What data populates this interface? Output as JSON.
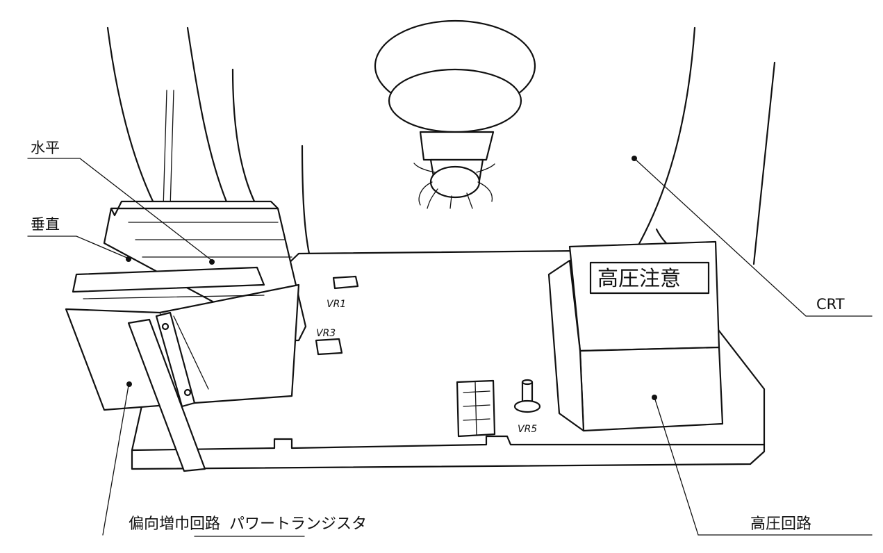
{
  "labels": {
    "horizontal": "水平",
    "vertical": "垂直",
    "crt": "CRT",
    "deflection_circuit": "偏向増巾回路",
    "power_transistor": "パワートランジスタ",
    "high_voltage_circuit": "高圧回路",
    "high_voltage_warning": "高圧注意",
    "vr1": "VR1",
    "vr3": "VR3",
    "vr5": "VR5"
  }
}
